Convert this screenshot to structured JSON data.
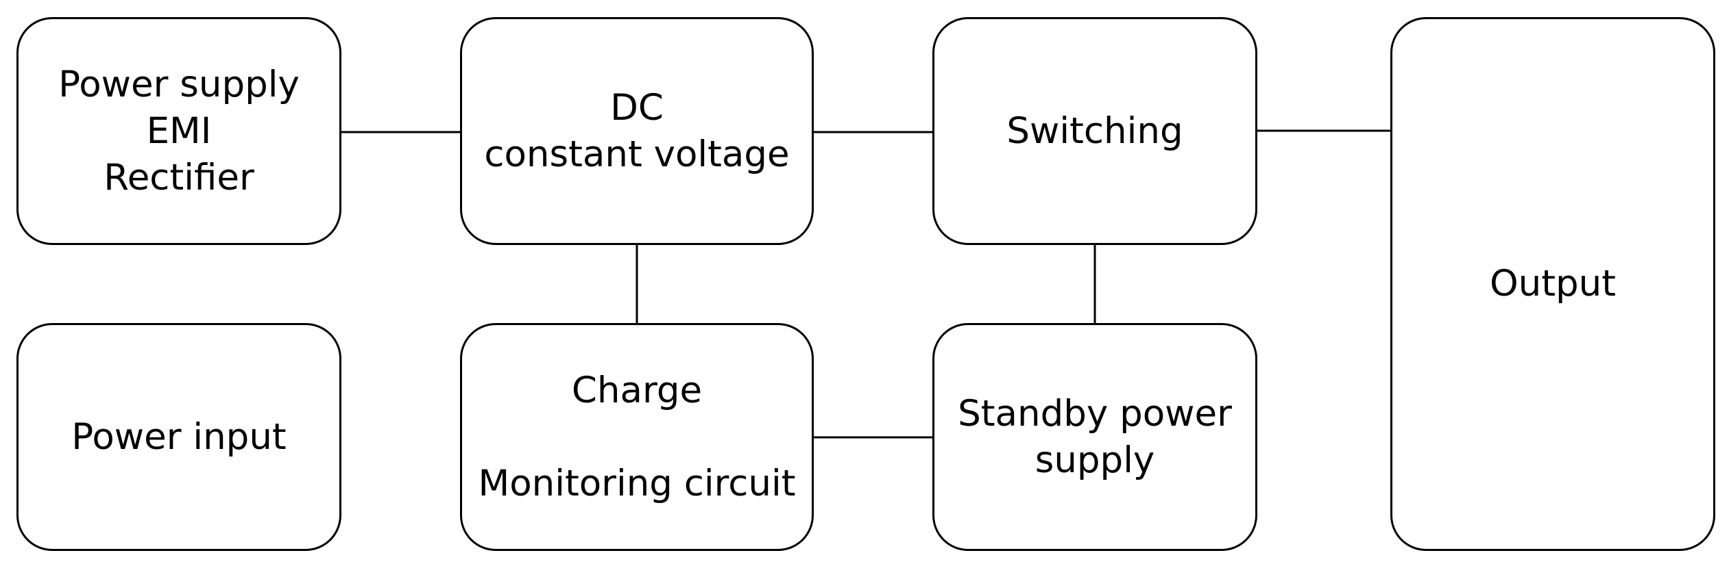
{
  "blocks": {
    "power_supply": {
      "lines": [
        "Power supply",
        "EMI",
        "Rectifier"
      ]
    },
    "dc_constant_voltage": {
      "lines": [
        "DC",
        "constant voltage"
      ]
    },
    "switching": {
      "label": "Switching"
    },
    "output": {
      "label": "Output"
    },
    "power_input": {
      "label": "Power input"
    },
    "charge_monitoring": {
      "line1": "Charge",
      "line2": "Monitoring circuit"
    },
    "standby_power_supply": {
      "label": "Standby power supply"
    }
  },
  "connections": [
    [
      "power_supply",
      "dc_constant_voltage"
    ],
    [
      "dc_constant_voltage",
      "switching"
    ],
    [
      "switching",
      "output"
    ],
    [
      "dc_constant_voltage",
      "charge_monitoring"
    ],
    [
      "switching",
      "standby_power_supply"
    ],
    [
      "charge_monitoring",
      "standby_power_supply"
    ]
  ],
  "colors": {
    "stroke": "#000000",
    "fill": "#ffffff",
    "text": "#000000"
  }
}
